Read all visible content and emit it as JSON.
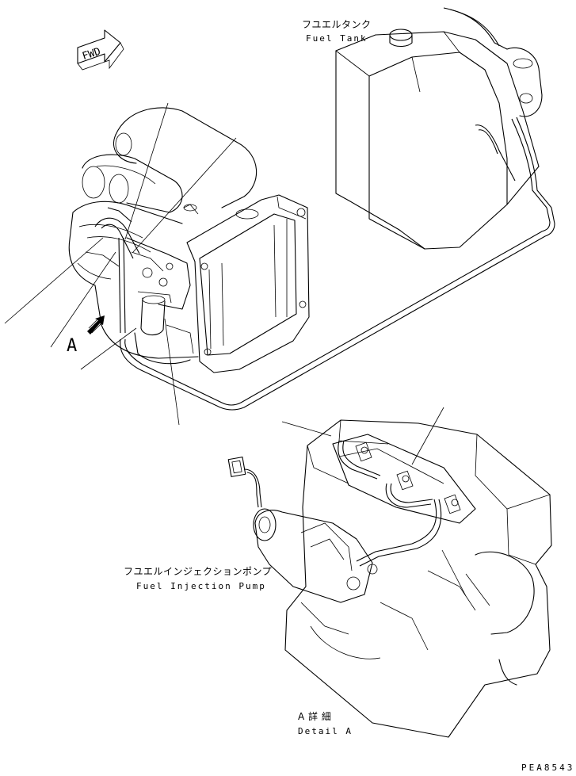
{
  "labels": {
    "fuel_tank_jp": "フユエルタンク",
    "fuel_tank_en": "Fuel Tank",
    "injection_pump_jp": "フユエルインジェクションポンプ",
    "injection_pump_en": "Fuel Injection Pump",
    "detail_jp": "A 詳 細",
    "detail_en": "Detail A",
    "view_marker": "A",
    "fwd": "FWD",
    "drawing_code": "PEA8543"
  }
}
